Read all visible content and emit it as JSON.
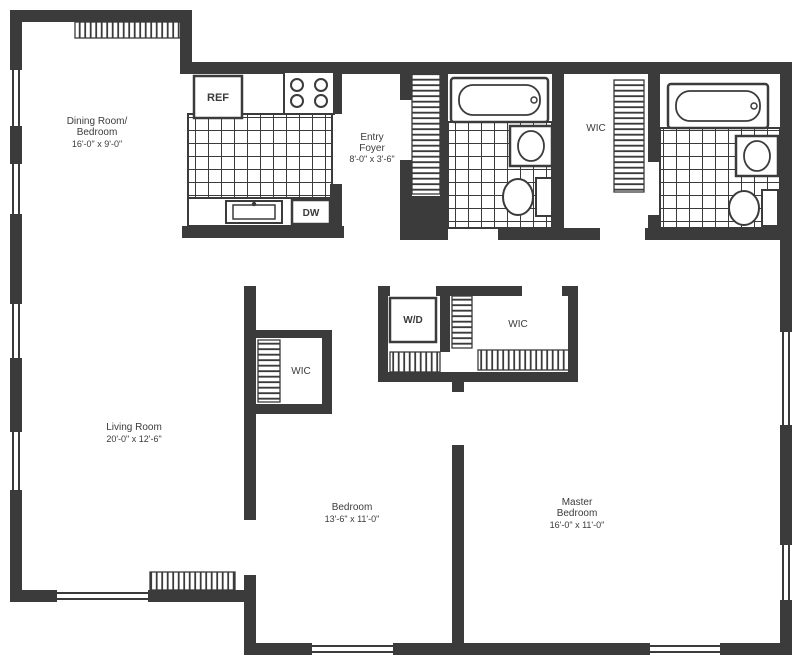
{
  "colors": {
    "wall": "#3b3b3b",
    "floor": "#ffffff"
  },
  "rooms": {
    "dining": {
      "name_line1": "Dining Room/",
      "name_line2": "Bedroom",
      "dims": "16'-0\" x 9'-0\""
    },
    "entry": {
      "name_line1": "Entry",
      "name_line2": "Foyer",
      "dims": "8'-0\" x 3'-6\""
    },
    "living": {
      "name": "Living Room",
      "dims": "20'-0\" x 12'-6\""
    },
    "bedroom": {
      "name": "Bedroom",
      "dims": "13'-6\" x 11'-0\""
    },
    "master": {
      "name_line1": "Master",
      "name_line2": "Bedroom",
      "dims": "16'-0\" x 11'-0\""
    },
    "wic_top": {
      "name": "WIC"
    },
    "wic_middle": {
      "name": "WIC"
    },
    "wic_bedroom": {
      "name": "WIC"
    }
  },
  "appliances": {
    "refrigerator": "REF",
    "dishwasher": "DW",
    "washer_dryer": "W/D"
  }
}
